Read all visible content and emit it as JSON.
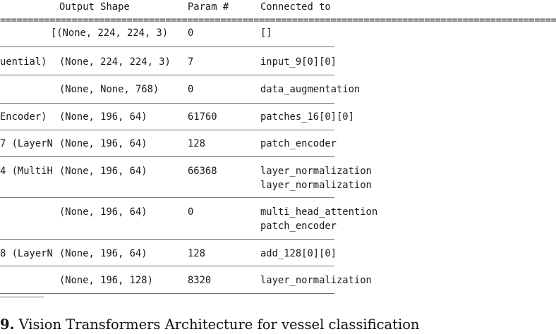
{
  "header": {
    "output_shape": "Output Shape",
    "param": "Param #",
    "connected": "Connected to"
  },
  "rule": "=====================================================================================================",
  "rows": [
    {
      "layer": "",
      "shape": "[(None, 224, 224, 3)",
      "params": "0",
      "conn1": "[]",
      "conn2": ""
    },
    {
      "layer": "uential)",
      "shape": "(None, 224, 224, 3)",
      "params": "7",
      "conn1": "input_9[0][0]",
      "conn2": ""
    },
    {
      "layer": "",
      "shape": "(None, None, 768)",
      "params": "0",
      "conn1": "data_augmentation",
      "conn2": ""
    },
    {
      "layer": "Encoder)",
      "shape": "(None, 196, 64)",
      "params": "61760",
      "conn1": "patches_16[0][0]",
      "conn2": ""
    },
    {
      "layer": "7 (LayerN",
      "shape": "(None, 196, 64)",
      "params": "128",
      "conn1": "patch_encoder",
      "conn2": ""
    },
    {
      "layer": "4 (MultiH",
      "shape": "(None, 196, 64)",
      "params": "66368",
      "conn1": "layer_normalization",
      "conn2": "layer_normalization"
    },
    {
      "layer": "",
      "shape": "(None, 196, 64)",
      "params": "0",
      "conn1": "multi_head_attention",
      "conn2": "patch_encoder"
    },
    {
      "layer": "8 (LayerN",
      "shape": "(None, 196, 64)",
      "params": "128",
      "conn1": "add_128[0][0]",
      "conn2": ""
    },
    {
      "layer": "",
      "shape": "(None, 196, 128)",
      "params": "8320",
      "conn1": "layer_normalization",
      "conn2": ""
    }
  ],
  "caption": {
    "label": "9.",
    "text": "Vision Transformers Architecture for vessel classification"
  }
}
